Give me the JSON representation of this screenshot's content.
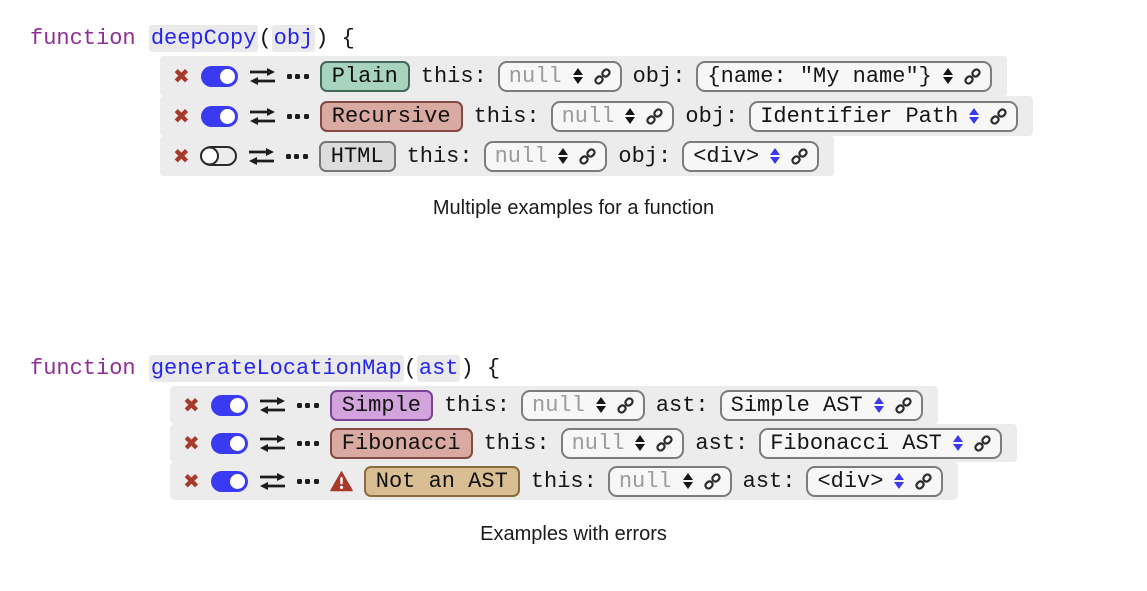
{
  "icons": {
    "delete": "✖"
  },
  "ui_colors": {
    "toggle_on": "#3a3af2",
    "delete_x": "#a83a2c",
    "warning": "#a8392b",
    "panel_gray": "#ececec",
    "keyword_purple": "#8f2e96",
    "identifier_blue": "#2525ee",
    "stepper_blue": "#3a3af2",
    "stepper_dark": "#161616"
  },
  "blocks": [
    {
      "code": {
        "keyword": "function",
        "name": "deepCopy",
        "open": "(",
        "param": "obj",
        "close": ") {"
      },
      "caption": "Multiple examples for a function",
      "rows": [
        {
          "toggle": "on",
          "badge": {
            "label": "Plain",
            "bg": "#a8d3bf",
            "border": "#44695a"
          },
          "fields": [
            {
              "label": "this:",
              "value": "null",
              "value_color": "#9b9b9b",
              "stepper_color": "#161616"
            },
            {
              "label": "obj:",
              "value": "{name: \"My name\"}",
              "value_color": "#161616",
              "stepper_color": "#161616"
            }
          ]
        },
        {
          "toggle": "on",
          "badge": {
            "label": "Recursive",
            "bg": "#d8aaa2",
            "border": "#824a41"
          },
          "fields": [
            {
              "label": "this:",
              "value": "null",
              "value_color": "#9b9b9b",
              "stepper_color": "#161616"
            },
            {
              "label": "obj:",
              "value": "Identifier Path",
              "value_color": "#161616",
              "stepper_color": "#3a3af2"
            }
          ]
        },
        {
          "toggle": "off",
          "badge": {
            "label": "HTML",
            "bg": "#dcdcdc",
            "border": "#777777"
          },
          "fields": [
            {
              "label": "this:",
              "value": "null",
              "value_color": "#9b9b9b",
              "stepper_color": "#161616"
            },
            {
              "label": "obj:",
              "value": "<div>",
              "value_color": "#161616",
              "stepper_color": "#3a3af2"
            }
          ]
        }
      ]
    },
    {
      "code": {
        "keyword": "function",
        "name": "generateLocationMap",
        "open": "(",
        "param": "ast",
        "close": ") {"
      },
      "caption": "Examples with errors",
      "rows": [
        {
          "toggle": "on",
          "badge": {
            "label": "Simple",
            "bg": "#d2a3dc",
            "border": "#7b4596"
          },
          "fields": [
            {
              "label": "this:",
              "value": "null",
              "value_color": "#9b9b9b",
              "stepper_color": "#161616"
            },
            {
              "label": "ast:",
              "value": "Simple AST",
              "value_color": "#161616",
              "stepper_color": "#3a3af2"
            }
          ]
        },
        {
          "toggle": "on",
          "badge": {
            "label": "Fibonacci",
            "bg": "#d8aaa2",
            "border": "#824a41"
          },
          "fields": [
            {
              "label": "this:",
              "value": "null",
              "value_color": "#9b9b9b",
              "stepper_color": "#161616"
            },
            {
              "label": "ast:",
              "value": "Fibonacci AST",
              "value_color": "#161616",
              "stepper_color": "#3a3af2"
            }
          ]
        },
        {
          "toggle": "on",
          "has_warning": true,
          "badge": {
            "label": "Not an AST",
            "bg": "#d9bd93",
            "border": "#8a6d3f"
          },
          "fields": [
            {
              "label": "this:",
              "value": "null",
              "value_color": "#9b9b9b",
              "stepper_color": "#161616"
            },
            {
              "label": "ast:",
              "value": "<div>",
              "value_color": "#161616",
              "stepper_color": "#3a3af2"
            }
          ]
        }
      ]
    }
  ]
}
